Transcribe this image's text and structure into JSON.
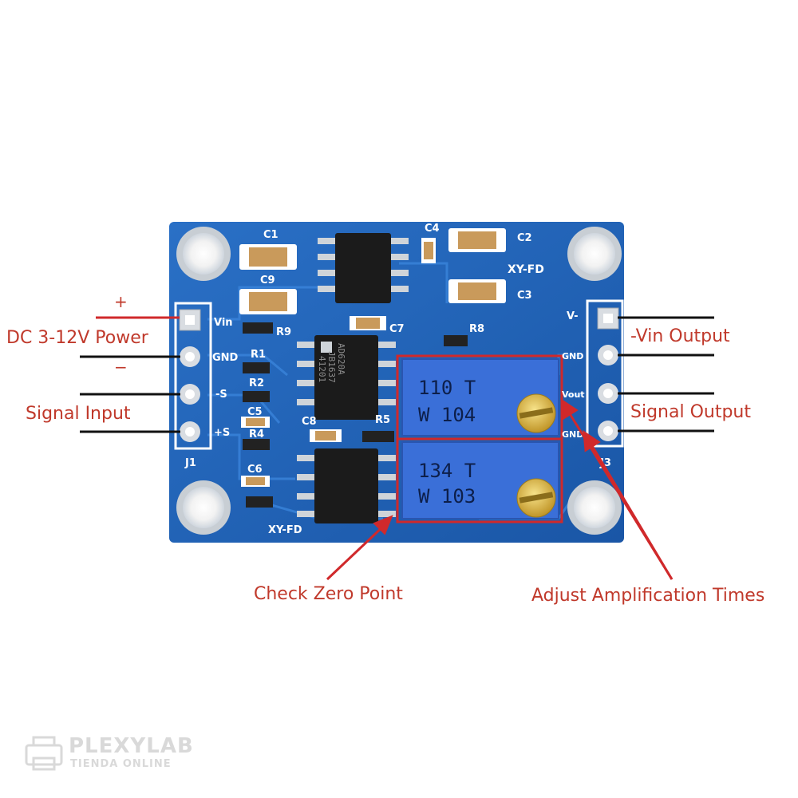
{
  "board": {
    "silkscreen": {
      "c1": "C1",
      "c2": "C2",
      "c3": "C3",
      "c4": "C4",
      "c5": "C5",
      "c6": "C6",
      "c7": "C7",
      "c8": "C8",
      "c9": "C9",
      "r1": "R1",
      "r2": "R2",
      "r4": "R4",
      "r5": "R5",
      "r8": "R8",
      "r9": "R9",
      "j1": "J1",
      "j3": "J3",
      "brand_top": "XY-FD",
      "brand_bottom": "XY-FD",
      "pin_vin": "Vin",
      "pin_gnd_left": "GND",
      "pin_minus_s": "-S",
      "pin_plus_s": "+S",
      "pin_v_minus": "V-",
      "pin_gnd_right": "GND",
      "pin_vout": "Vout",
      "pin_gnd_bottom": "GND"
    },
    "chip_marking": [
      "AD620A",
      "JB1637",
      "41201"
    ],
    "pot_top": {
      "line1": "110 T",
      "line2": "W 104"
    },
    "pot_bottom": {
      "line1": "134 T",
      "line2": "W 103"
    }
  },
  "annotations": {
    "plus_sign": "+",
    "minus_sign": "−",
    "dc_power": "DC 3-12V Power",
    "signal_input": "Signal Input",
    "vin_output": "-Vin Output",
    "signal_output": "Signal Output",
    "check_zero": "Check Zero Point",
    "adjust_amp": "Adjust Amplification Times"
  },
  "watermark": {
    "title": "PLEXYLAB",
    "subtitle": "TIENDA ONLINE"
  },
  "colors": {
    "pcb": "#1f63b8",
    "annotation_red": "#c0392b",
    "pot_blue": "#3a6fd8"
  }
}
